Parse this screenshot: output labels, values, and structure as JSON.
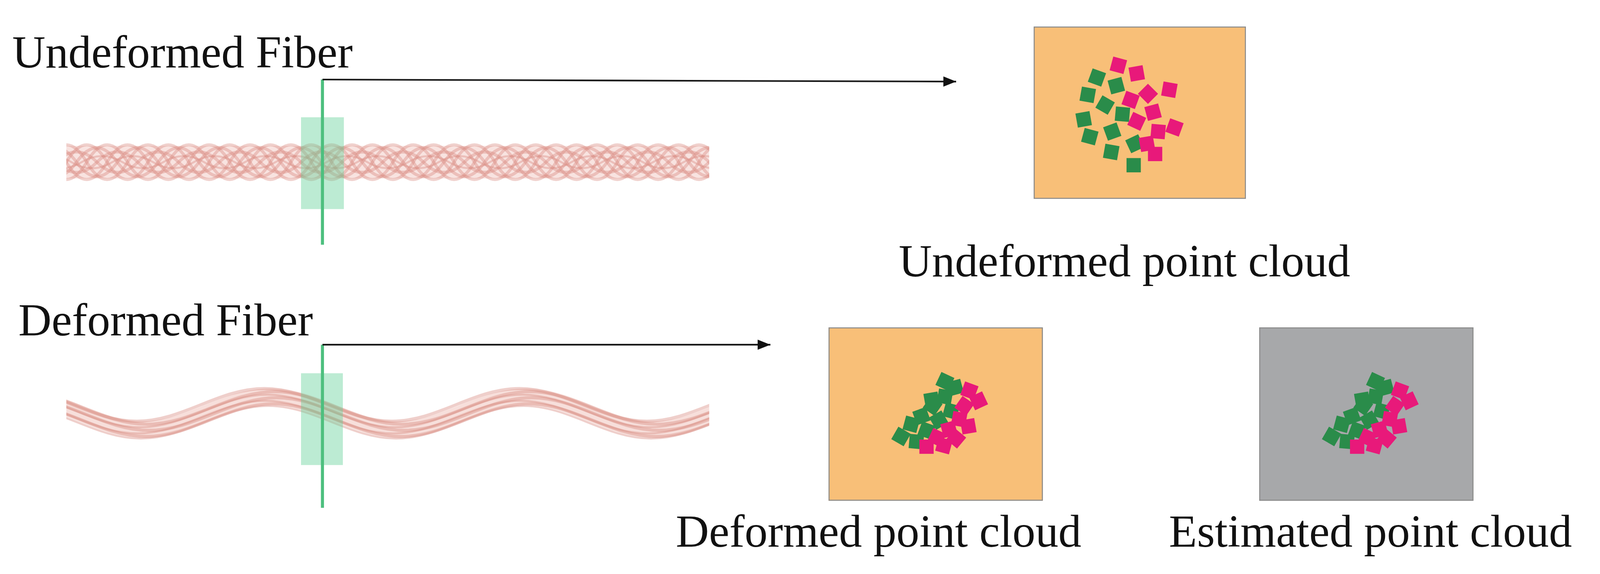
{
  "diagram": {
    "nodes": [
      {
        "text": [
          "Undeformed Fiber"
        ]
      },
      {
        "text": [
          "Undeformed point cloud"
        ]
      },
      {
        "text": [
          "Deformed Fiber"
        ]
      },
      {
        "text": [
          "Deformed point cloud"
        ]
      },
      {
        "text": [
          "Estimated point cloud"
        ]
      }
    ],
    "edges": [
      {
        "from": 0,
        "to": 1,
        "arrow": "to"
      },
      {
        "from": 2,
        "to": 3,
        "arrow": "to"
      }
    ]
  }
}
